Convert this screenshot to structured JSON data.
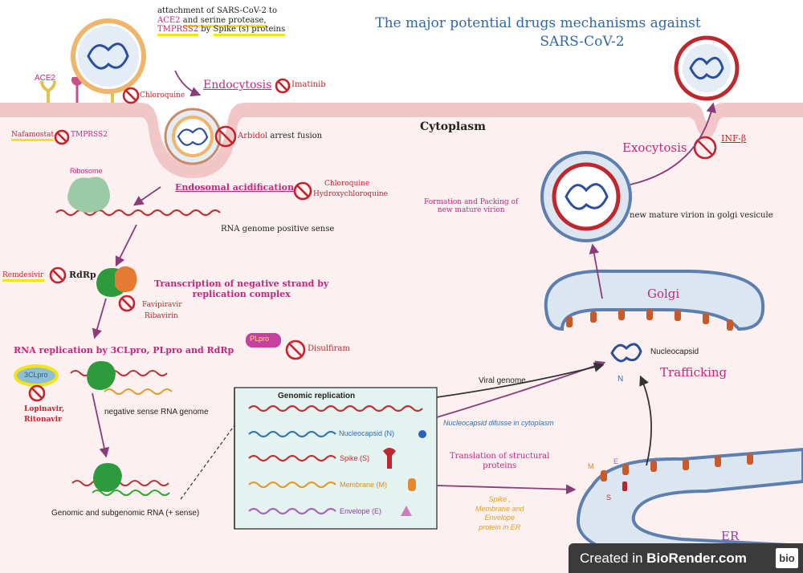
{
  "title": {
    "line1": "The major potential drugs mechanisms against",
    "line2": "SARS-CoV-2"
  },
  "attachment": {
    "line1": "attachment of SARS-CoV-2 to",
    "ace2": "ACE2",
    "and_serine": "and serine protease,",
    "tmprss2": "TMPRSS2",
    "by": "by",
    "spike_proteins": "Spike (s) proteins"
  },
  "receptors": {
    "ace2": "ACE2",
    "nafamostat": "Nafamostat",
    "tmprss2": "TMPRSS2"
  },
  "entry": {
    "endocytosis": "Endocytosis",
    "imatinib": "Imatinib",
    "chloroquine": "Chloroquine",
    "arbidol": "Arbidol",
    "arrest_fusion": "arrest fusion",
    "cytoplasm": "Cytoplasm"
  },
  "acidification": {
    "label": "Endosomal acidification",
    "drug1": "Chloroquine",
    "drug2": "Hydroxychloroquine",
    "ribosome": "Ribosome",
    "rna_positive": "RNA genome positive sense"
  },
  "transcription": {
    "remdesivir": "Remdesivir",
    "rdrp": "RdRp",
    "label_line1": "Transcription of negative strand by",
    "label_line2": "replication complex",
    "favipiravir": "Favipiravir",
    "ribavirin": "Ribavirin"
  },
  "replication": {
    "label": "RNA replication by 3CLpro, PLpro and RdRp",
    "plpro": "PLpro",
    "disulfiram": "Disulfiram",
    "clpro": "3CLpro",
    "lopinavir": "Lopinavir,",
    "ritonavir": "Ritonavir",
    "negative_genome": "negative sense RNA genome",
    "subgenomic": "Genomic and subgenomic RNA (+ sense)"
  },
  "box": {
    "genomic_replication": "Genomic replication",
    "nucleocapsid": "Nucleocapsid (N)",
    "spike": "Spike (S)",
    "membrane": "Membrane (M)",
    "envelope": "Envelope (E)"
  },
  "translation": {
    "label_line1": "Translation of  structural",
    "label_line2": "proteins",
    "er_line1": "Spike ,",
    "er_line2": "Membrane and",
    "er_line3": "Envelope",
    "er_line4": "protein in ER",
    "m": "M",
    "e": "E",
    "s": "S",
    "er": "ER"
  },
  "assembly": {
    "viral_genome": "Viral genome",
    "nucleocapsid_diffuse": "Nucleocapsid difusse in cytoplasm",
    "nucleocapsid": "Nucleocapsid",
    "n": "N",
    "trafficking": "Trafficking",
    "golgi": "Golgi",
    "formation_line1": "Formation and Packing  of",
    "formation_line2": "new mature virion",
    "golgi_vesicle": "new mature virion in golgi vesicule",
    "exocytosis": "Exocytosis",
    "inf": "INF-β"
  },
  "watermark": {
    "prefix": "Created in ",
    "brand": "BioRender.com",
    "logo": "bio"
  },
  "colors": {
    "membrane": "#f1c6c6",
    "cytoplasm": "#fdf0f1",
    "magenta": "#c6267e",
    "purple_arrow": "#8a3c7a",
    "no_sign": "#c9202a",
    "highlight": "#fff35a"
  }
}
